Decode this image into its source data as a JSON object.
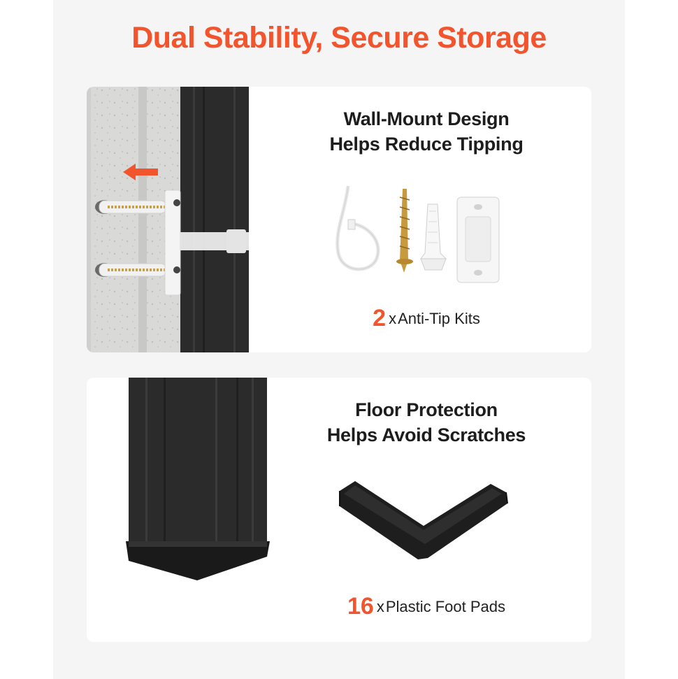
{
  "headline": "Dual Stability, Secure Storage",
  "cards": [
    {
      "title_line1": "Wall-Mount Design",
      "title_line2": "Helps Reduce Tipping",
      "qty_number": "2",
      "qty_times": "x",
      "qty_item": "Anti-Tip Kits",
      "kit_icons": [
        "cable-tie-icon",
        "screw-icon",
        "wall-anchor-icon",
        "bracket-icon"
      ]
    },
    {
      "title_line1": "Floor Protection",
      "title_line2": "Helps Avoid Scratches",
      "qty_number": "16",
      "qty_times": "x",
      "qty_item": "Plastic Foot Pads",
      "pad_icon": "foot-pad-icon"
    }
  ],
  "colors": {
    "accent": "#f2542d",
    "panel": "#f5f5f5",
    "card": "#ffffff",
    "text": "#1d1d1d",
    "post": "#2b2b2b"
  }
}
